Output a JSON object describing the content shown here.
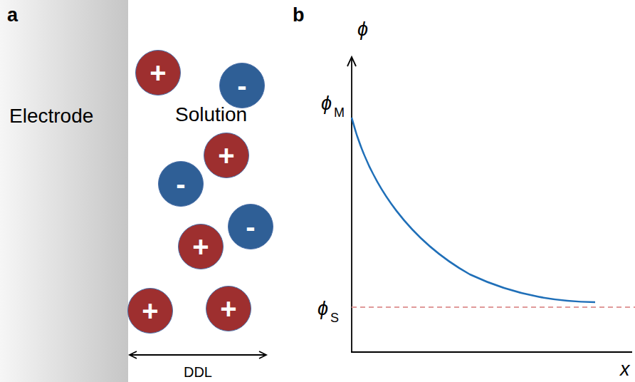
{
  "diagram": {
    "nodes": [
      {
        "text": [
          "Electrode"
        ]
      },
      {
        "text": [
          "+"
        ]
      },
      {
        "text": [
          "-"
        ]
      },
      {
        "text": [
          "+"
        ]
      },
      {
        "text": [
          "-"
        ]
      },
      {
        "text": [
          "-"
        ]
      },
      {
        "text": [
          "+"
        ]
      },
      {
        "text": [
          "+"
        ]
      },
      {
        "text": [
          "+"
        ]
      }
    ],
    "labels": [
      "a",
      "Solution",
      "DDL",
      "b",
      "ϕ",
      "ϕ",
      "M",
      "ϕ",
      "S",
      "x"
    ]
  }
}
